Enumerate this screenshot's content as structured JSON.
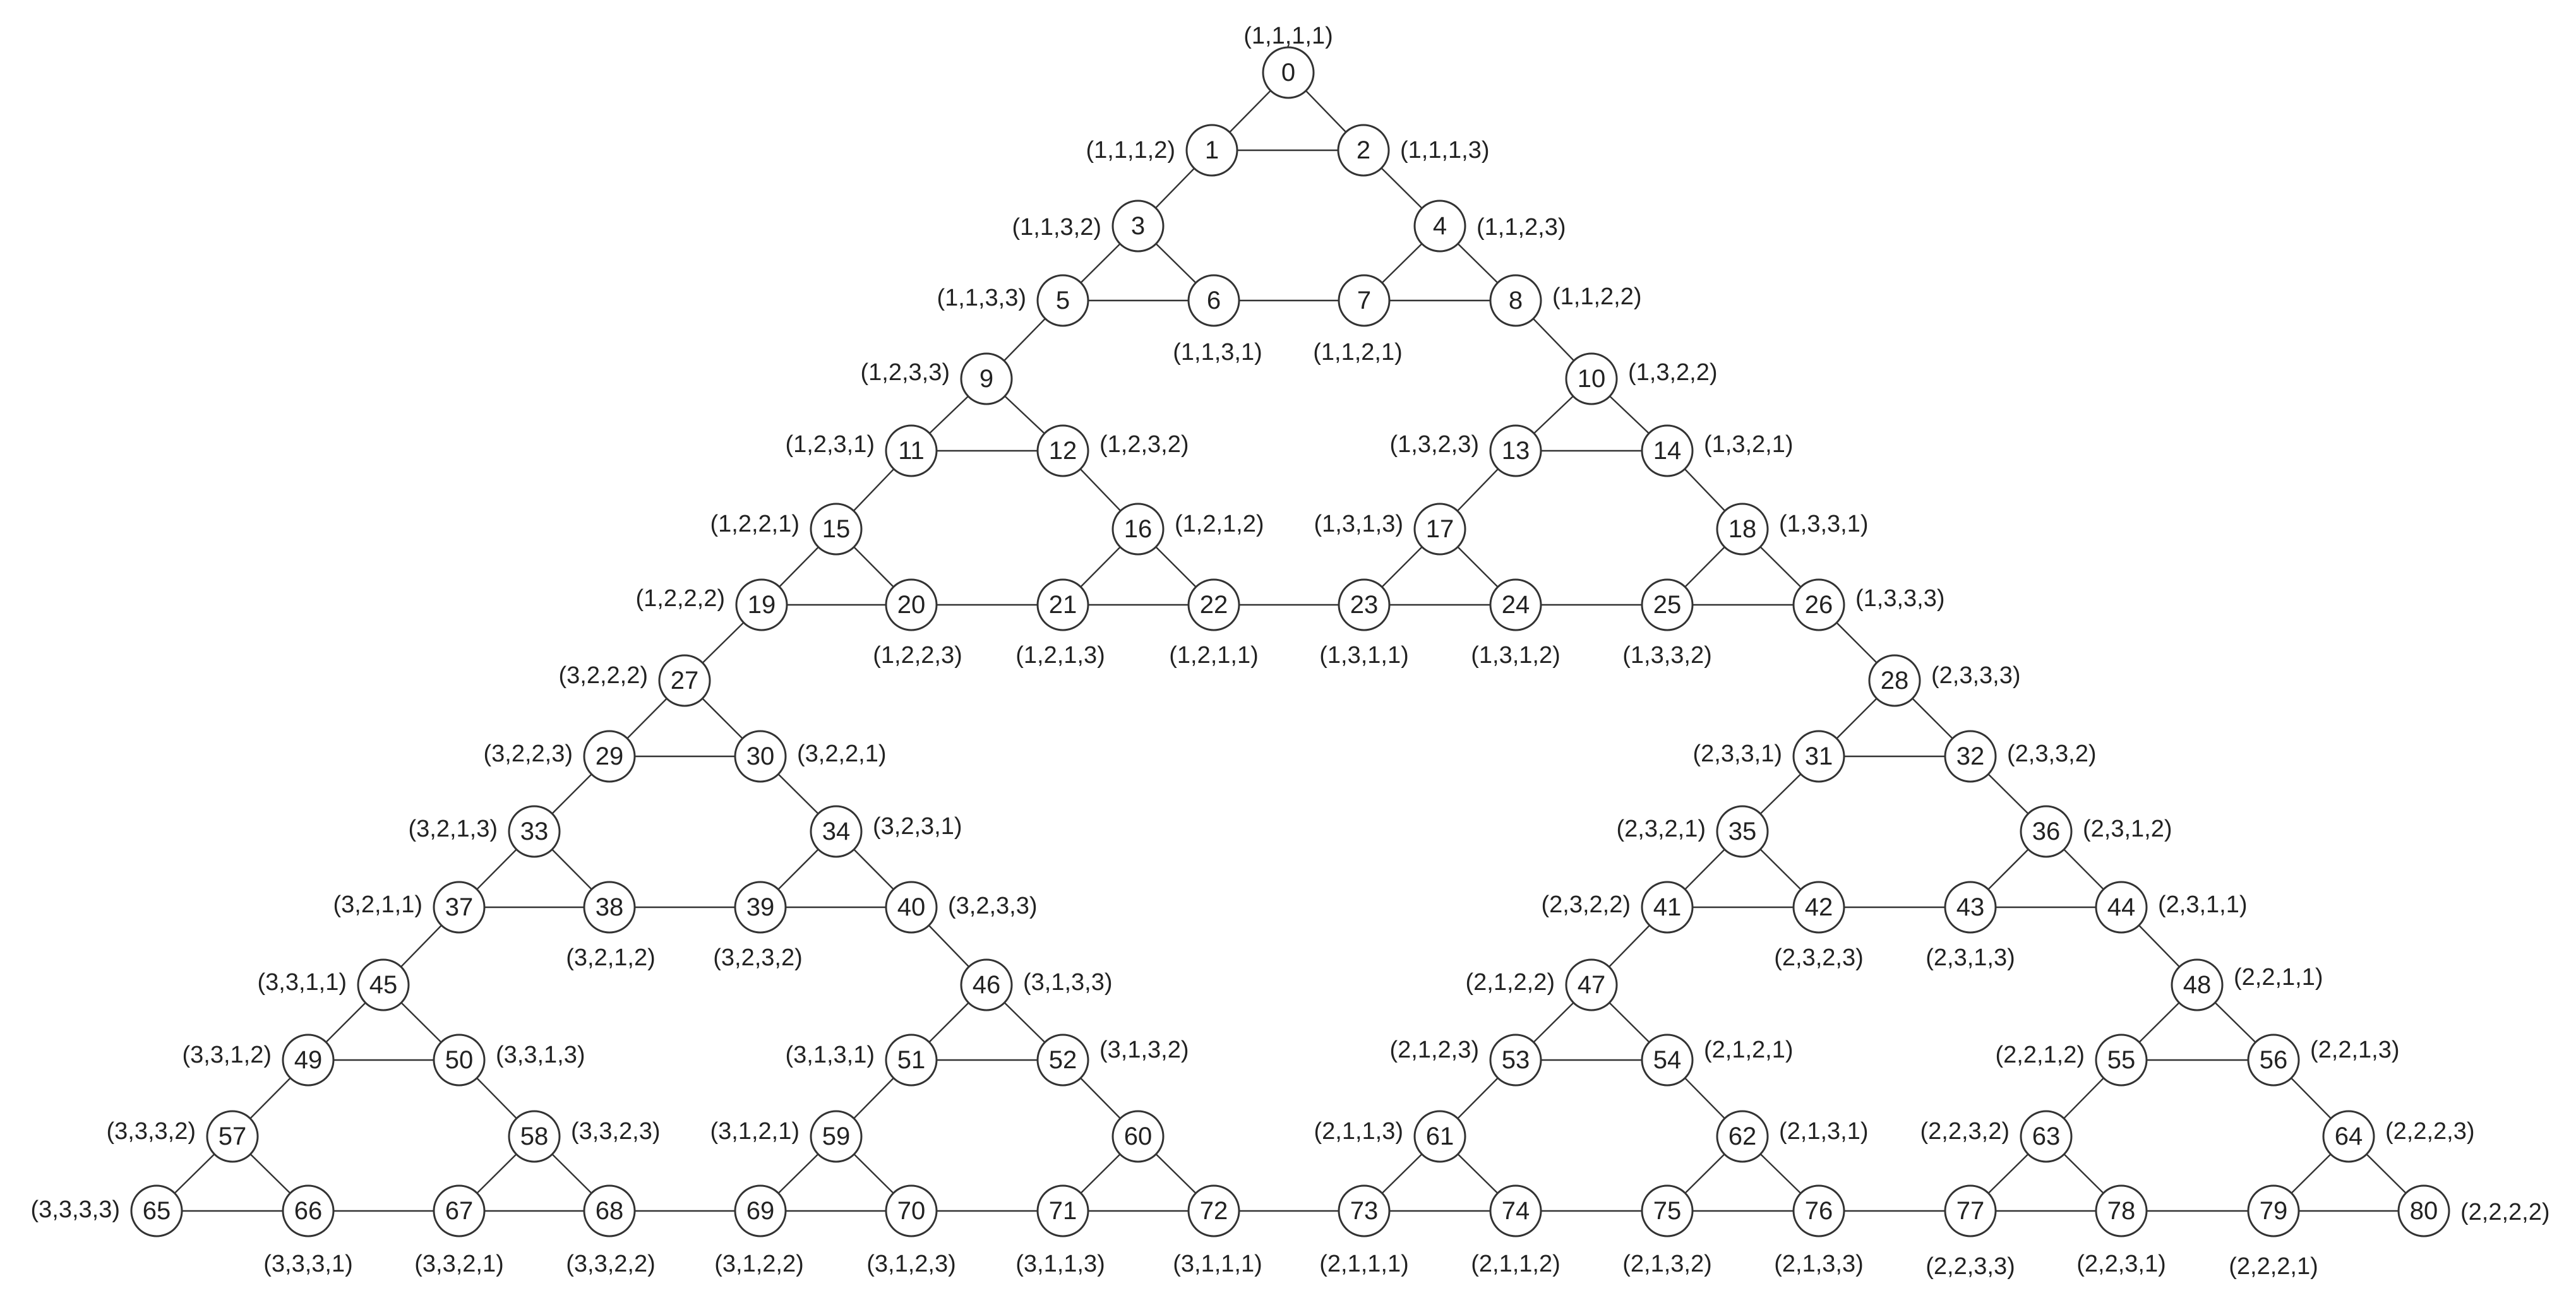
{
  "nodes": [
    {
      "id": "0",
      "label": "(1,1,1,1)"
    },
    {
      "id": "1",
      "label": "(1,1,1,2)"
    },
    {
      "id": "2",
      "label": "(1,1,1,3)"
    },
    {
      "id": "3",
      "label": "(1,1,3,2)"
    },
    {
      "id": "4",
      "label": "(1,1,2,3)"
    },
    {
      "id": "5",
      "label": "(1,1,3,3)"
    },
    {
      "id": "6",
      "label": "(1,1,3,1)"
    },
    {
      "id": "7",
      "label": "(1,1,2,1)"
    },
    {
      "id": "8",
      "label": "(1,1,2,2)"
    },
    {
      "id": "9",
      "label": "(1,2,3,3)"
    },
    {
      "id": "10",
      "label": "(1,3,2,2)"
    },
    {
      "id": "11",
      "label": "(1,2,3,1)"
    },
    {
      "id": "12",
      "label": "(1,2,3,2)"
    },
    {
      "id": "13",
      "label": "(1,3,2,3)"
    },
    {
      "id": "14",
      "label": "(1,3,2,1)"
    },
    {
      "id": "15",
      "label": "(1,2,2,1)"
    },
    {
      "id": "16",
      "label": "(1,2,1,2)"
    },
    {
      "id": "17",
      "label": "(1,3,1,3)"
    },
    {
      "id": "18",
      "label": "(1,3,3,1)"
    },
    {
      "id": "19",
      "label": "(1,2,2,2)"
    },
    {
      "id": "20",
      "label": "(1,2,2,3)"
    },
    {
      "id": "21",
      "label": "(1,2,1,3)"
    },
    {
      "id": "22",
      "label": "(1,2,1,1)"
    },
    {
      "id": "23",
      "label": "(1,3,1,1)"
    },
    {
      "id": "24",
      "label": "(1,3,1,2)"
    },
    {
      "id": "25",
      "label": "(1,3,3,2)"
    },
    {
      "id": "26",
      "label": "(1,3,3,3)"
    },
    {
      "id": "27",
      "label": "(3,2,2,2)"
    },
    {
      "id": "28",
      "label": "(2,3,3,3)"
    },
    {
      "id": "29",
      "label": "(3,2,2,3)"
    },
    {
      "id": "30",
      "label": "(3,2,2,1)"
    },
    {
      "id": "31",
      "label": "(2,3,3,1)"
    },
    {
      "id": "32",
      "label": "(2,3,3,2)"
    },
    {
      "id": "33",
      "label": "(3,2,1,3)"
    },
    {
      "id": "34",
      "label": "(3,2,3,1)"
    },
    {
      "id": "35",
      "label": "(2,3,2,1)"
    },
    {
      "id": "36",
      "label": "(2,3,1,2)"
    },
    {
      "id": "37",
      "label": "(3,2,1,1)"
    },
    {
      "id": "38",
      "label": "(3,2,1,2)"
    },
    {
      "id": "39",
      "label": "(3,2,3,2)"
    },
    {
      "id": "40",
      "label": "(3,2,3,3)"
    },
    {
      "id": "41",
      "label": "(2,3,2,2)"
    },
    {
      "id": "42",
      "label": "(2,3,2,3)"
    },
    {
      "id": "43",
      "label": "(2,3,1,3)"
    },
    {
      "id": "44",
      "label": "(2,3,1,1)"
    },
    {
      "id": "45",
      "label": "(3,3,1,1)"
    },
    {
      "id": "46",
      "label": "(3,1,3,3)"
    },
    {
      "id": "47",
      "label": "(2,1,2,2)"
    },
    {
      "id": "48",
      "label": "(2,2,1,1)"
    },
    {
      "id": "49",
      "label": "(3,3,1,2)"
    },
    {
      "id": "50",
      "label": "(3,3,1,3)"
    },
    {
      "id": "51",
      "label": "(3,1,3,1)"
    },
    {
      "id": "52",
      "label": "(3,1,3,2)"
    },
    {
      "id": "53",
      "label": "(2,1,2,3)"
    },
    {
      "id": "54",
      "label": "(2,1,2,1)"
    },
    {
      "id": "55",
      "label": "(2,2,1,2)"
    },
    {
      "id": "56",
      "label": "(2,2,1,3)"
    },
    {
      "id": "57",
      "label": "(3,3,3,2)"
    },
    {
      "id": "58",
      "label": "(3,3,2,3)"
    },
    {
      "id": "59",
      "label": "(3,1,2,1)"
    },
    {
      "id": "60",
      "label": ""
    },
    {
      "id": "61",
      "label": "(2,1,1,3)"
    },
    {
      "id": "62",
      "label": "(2,1,3,1)"
    },
    {
      "id": "63",
      "label": "(2,2,3,2)"
    },
    {
      "id": "64",
      "label": "(2,2,2,3)"
    },
    {
      "id": "65",
      "label": "(3,3,3,3)"
    },
    {
      "id": "66",
      "label": "(3,3,3,1)"
    },
    {
      "id": "67",
      "label": "(3,3,2,1)"
    },
    {
      "id": "68",
      "label": "(3,3,2,2)"
    },
    {
      "id": "69",
      "label": "(3,1,2,2)"
    },
    {
      "id": "70",
      "label": "(3,1,2,3)"
    },
    {
      "id": "71",
      "label": "(3,1,1,3)"
    },
    {
      "id": "72",
      "label": "(3,1,1,1)"
    },
    {
      "id": "73",
      "label": "(2,1,1,1)"
    },
    {
      "id": "74",
      "label": "(2,1,1,2)"
    },
    {
      "id": "75",
      "label": "(2,1,3,2)"
    },
    {
      "id": "76",
      "label": "(2,1,3,3)"
    },
    {
      "id": "77",
      "label": "(2,2,3,3)"
    },
    {
      "id": "78",
      "label": "(2,2,3,1)"
    },
    {
      "id": "79",
      "label": "(2,2,2,1)"
    },
    {
      "id": "80",
      "label": "(2,2,2,2)"
    }
  ],
  "edges": [
    [
      0,
      1
    ],
    [
      0,
      2
    ],
    [
      1,
      2
    ],
    [
      1,
      3
    ],
    [
      2,
      4
    ],
    [
      3,
      5
    ],
    [
      3,
      6
    ],
    [
      5,
      6
    ],
    [
      6,
      7
    ],
    [
      4,
      7
    ],
    [
      4,
      8
    ],
    [
      7,
      8
    ],
    [
      5,
      9
    ],
    [
      8,
      10
    ],
    [
      9,
      11
    ],
    [
      9,
      12
    ],
    [
      11,
      12
    ],
    [
      10,
      13
    ],
    [
      10,
      14
    ],
    [
      13,
      14
    ],
    [
      11,
      15
    ],
    [
      12,
      16
    ],
    [
      13,
      17
    ],
    [
      14,
      18
    ],
    [
      15,
      19
    ],
    [
      15,
      20
    ],
    [
      19,
      20
    ],
    [
      16,
      21
    ],
    [
      16,
      22
    ],
    [
      21,
      22
    ],
    [
      20,
      21
    ],
    [
      17,
      23
    ],
    [
      17,
      24
    ],
    [
      23,
      24
    ],
    [
      18,
      25
    ],
    [
      18,
      26
    ],
    [
      25,
      26
    ],
    [
      24,
      25
    ],
    [
      22,
      23
    ],
    [
      19,
      27
    ],
    [
      26,
      28
    ],
    [
      27,
      29
    ],
    [
      27,
      30
    ],
    [
      29,
      30
    ],
    [
      28,
      31
    ],
    [
      28,
      32
    ],
    [
      31,
      32
    ],
    [
      29,
      33
    ],
    [
      30,
      34
    ],
    [
      31,
      35
    ],
    [
      32,
      36
    ],
    [
      33,
      37
    ],
    [
      33,
      38
    ],
    [
      37,
      38
    ],
    [
      34,
      39
    ],
    [
      34,
      40
    ],
    [
      39,
      40
    ],
    [
      38,
      39
    ],
    [
      35,
      41
    ],
    [
      35,
      42
    ],
    [
      41,
      42
    ],
    [
      36,
      43
    ],
    [
      36,
      44
    ],
    [
      43,
      44
    ],
    [
      42,
      43
    ],
    [
      37,
      45
    ],
    [
      40,
      46
    ],
    [
      41,
      47
    ],
    [
      44,
      48
    ],
    [
      45,
      49
    ],
    [
      45,
      50
    ],
    [
      49,
      50
    ],
    [
      46,
      51
    ],
    [
      46,
      52
    ],
    [
      51,
      52
    ],
    [
      47,
      53
    ],
    [
      47,
      54
    ],
    [
      53,
      54
    ],
    [
      48,
      55
    ],
    [
      48,
      56
    ],
    [
      55,
      56
    ],
    [
      49,
      57
    ],
    [
      50,
      58
    ],
    [
      51,
      59
    ],
    [
      52,
      60
    ],
    [
      53,
      61
    ],
    [
      54,
      62
    ],
    [
      55,
      63
    ],
    [
      56,
      64
    ],
    [
      57,
      65
    ],
    [
      57,
      66
    ],
    [
      65,
      66
    ],
    [
      58,
      67
    ],
    [
      58,
      68
    ],
    [
      67,
      68
    ],
    [
      66,
      67
    ],
    [
      59,
      69
    ],
    [
      59,
      70
    ],
    [
      69,
      70
    ],
    [
      60,
      71
    ],
    [
      60,
      72
    ],
    [
      71,
      72
    ],
    [
      70,
      71
    ],
    [
      68,
      69
    ],
    [
      61,
      73
    ],
    [
      61,
      74
    ],
    [
      73,
      74
    ],
    [
      62,
      75
    ],
    [
      62,
      76
    ],
    [
      75,
      76
    ],
    [
      74,
      75
    ],
    [
      63,
      77
    ],
    [
      63,
      78
    ],
    [
      77,
      78
    ],
    [
      64,
      79
    ],
    [
      64,
      80
    ],
    [
      79,
      80
    ],
    [
      78,
      79
    ],
    [
      76,
      77
    ],
    [
      72,
      73
    ]
  ]
}
